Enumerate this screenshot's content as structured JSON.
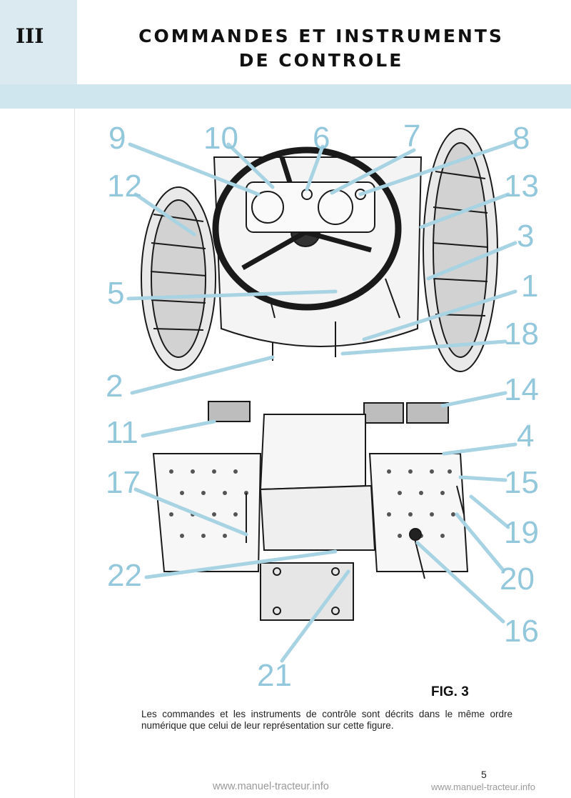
{
  "header": {
    "chapter": "III",
    "title_line1": "COMMANDES ET INSTRUMENTS",
    "title_line2": "DE CONTROLE"
  },
  "figure": {
    "label": "FIG. 3",
    "callouts": [
      "9",
      "10",
      "6",
      "7",
      "8",
      "12",
      "13",
      "3",
      "5",
      "1",
      "18",
      "2",
      "14",
      "11",
      "4",
      "17",
      "15",
      "19",
      "20",
      "22",
      "16",
      "21"
    ]
  },
  "caption": "Les commandes et les instruments de contrôle sont décrits dans le même ordre numérique que celui de leur représentation sur cette figure.",
  "footer": {
    "page_number": "5",
    "watermark_left": "www.manuel-tracteur.info",
    "watermark_right": "www.manuel-tracteur.info"
  },
  "colors": {
    "band": "#cfe6ee",
    "callout": "#93c8dc"
  }
}
